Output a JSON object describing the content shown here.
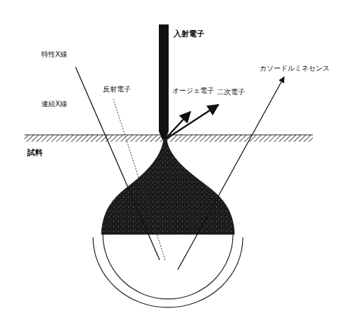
{
  "diagram": {
    "labels": [
      "入射電子",
      "特性X線",
      "反射電子",
      "オージェ電子",
      "カソードルミネセンス",
      "二次電子",
      "連続X線",
      "試料"
    ]
  }
}
